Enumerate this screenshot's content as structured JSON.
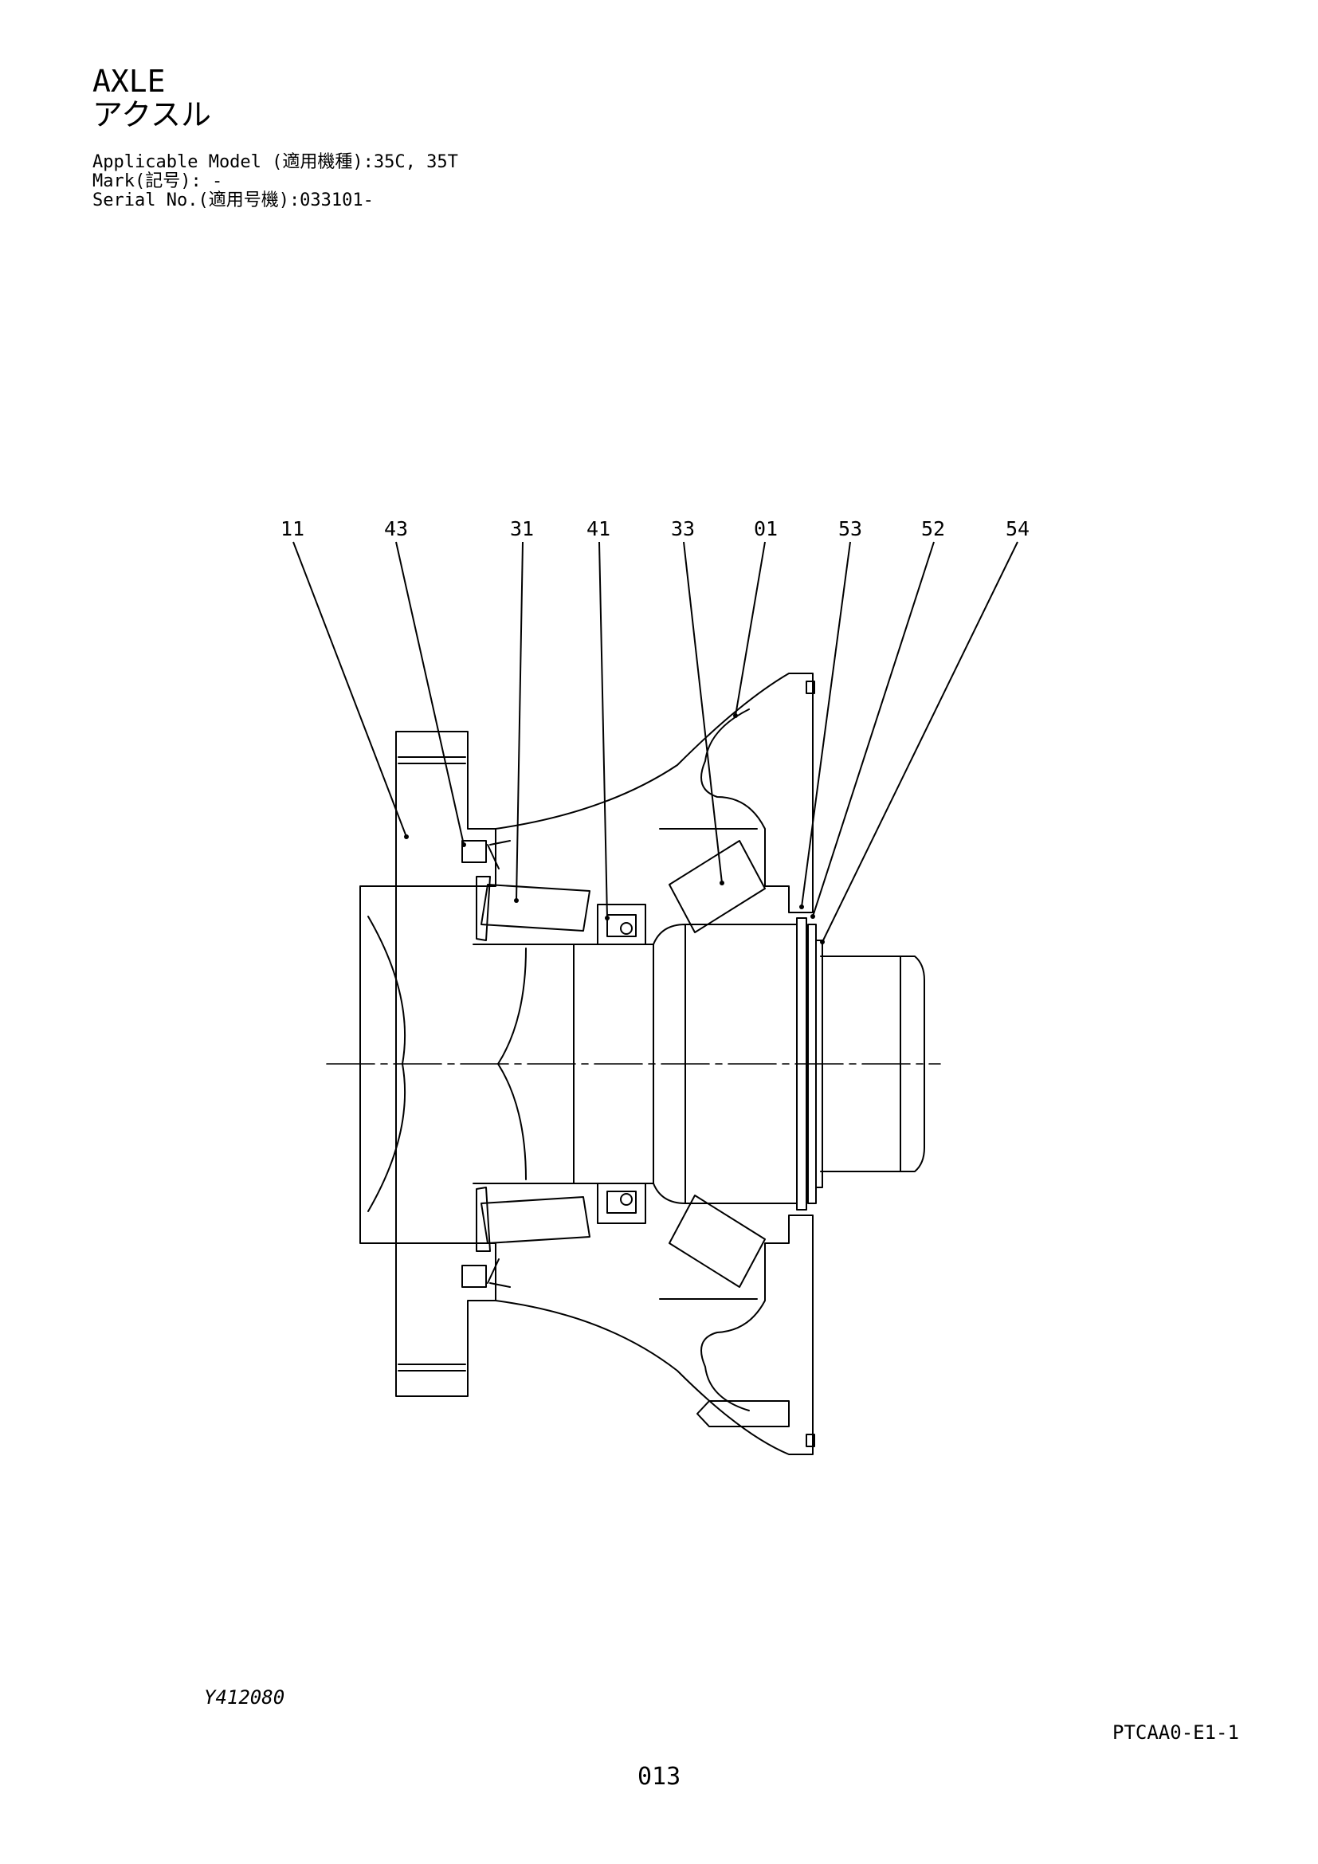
{
  "header": {
    "title": "AXLE",
    "title_jp": "アクスル",
    "applicable_model": "Applicable Model (適用機種):35C, 35T",
    "mark": "Mark(記号): -",
    "serial_no": "Serial No.(適用号機):033101-"
  },
  "diagram": {
    "callouts": [
      "11",
      "43",
      "31",
      "41",
      "33",
      "01",
      "53",
      "52",
      "54"
    ]
  },
  "footer": {
    "figure_id": "Y412080",
    "doc_code": "PTCAA0-E1-1",
    "page_number": "013"
  }
}
